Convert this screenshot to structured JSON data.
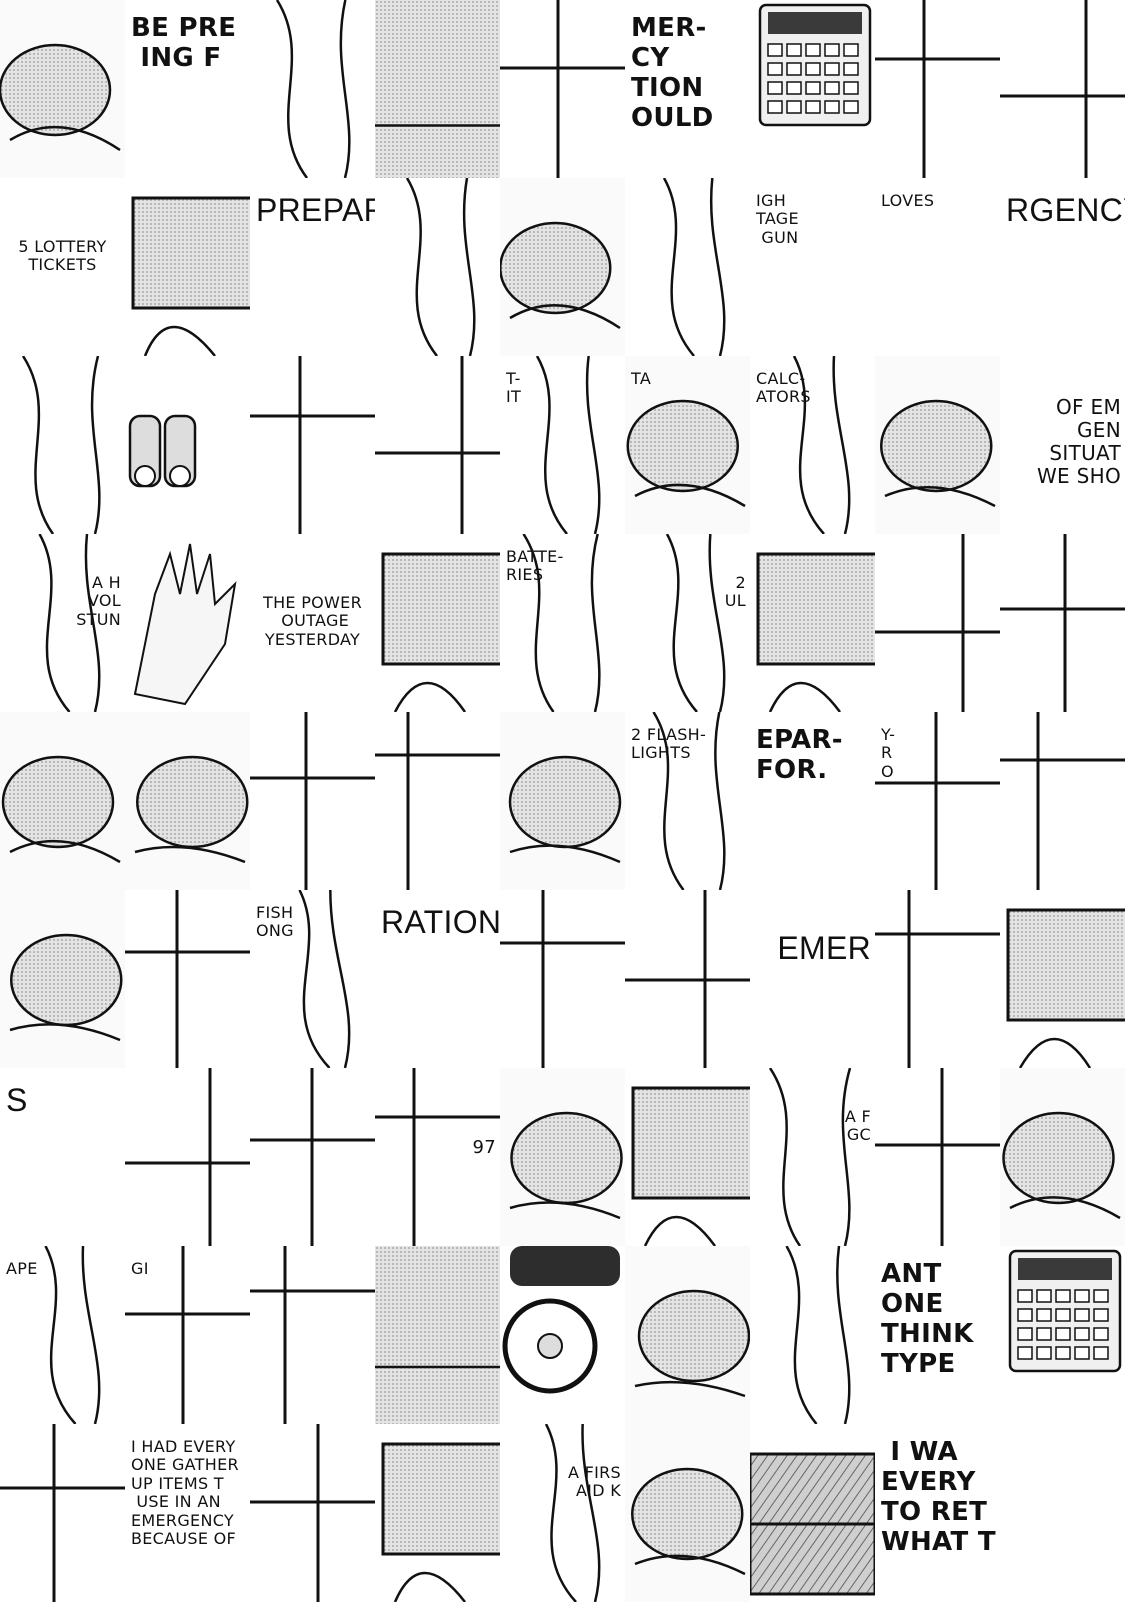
{
  "tiles": [
    {
      "r": 0,
      "c": 0,
      "art": "gray-object",
      "text": ""
    },
    {
      "r": 0,
      "c": 1,
      "art": "blank",
      "text": "BE PRE\n ING F",
      "size": "l",
      "pos": "tl"
    },
    {
      "r": 0,
      "c": 2,
      "art": "curve",
      "text": ""
    },
    {
      "r": 0,
      "c": 3,
      "art": "gray",
      "text": ""
    },
    {
      "r": 0,
      "c": 4,
      "art": "frame",
      "text": ""
    },
    {
      "r": 0,
      "c": 5,
      "art": "blank",
      "text": "MER-\nCY\nTION\nOULD",
      "size": "l",
      "pos": "tl"
    },
    {
      "r": 0,
      "c": 6,
      "art": "calculator",
      "text": ""
    },
    {
      "r": 0,
      "c": 7,
      "art": "frame",
      "text": ""
    },
    {
      "r": 0,
      "c": 8,
      "art": "frame",
      "text": ""
    },
    {
      "r": 1,
      "c": 0,
      "art": "blank",
      "text": "5 LOTTERY\nTICKETS",
      "size": "s",
      "pos": "c"
    },
    {
      "r": 1,
      "c": 1,
      "art": "gray-panel",
      "text": ""
    },
    {
      "r": 1,
      "c": 2,
      "art": "blank",
      "text": "PREPAR",
      "size": "h",
      "pos": "tl"
    },
    {
      "r": 1,
      "c": 3,
      "art": "curve",
      "text": ""
    },
    {
      "r": 1,
      "c": 4,
      "art": "gray-object",
      "text": ""
    },
    {
      "r": 1,
      "c": 5,
      "art": "curve",
      "text": ""
    },
    {
      "r": 1,
      "c": 6,
      "art": "blank",
      "text": "IGH\nTAGE\n GUN",
      "size": "s",
      "pos": "tl"
    },
    {
      "r": 1,
      "c": 7,
      "art": "blank",
      "text": "LOVES",
      "size": "s",
      "pos": "tl"
    },
    {
      "r": 1,
      "c": 8,
      "art": "blank",
      "text": "RGENCY",
      "size": "h",
      "pos": "tl"
    },
    {
      "r": 2,
      "c": 0,
      "art": "curve",
      "text": ""
    },
    {
      "r": 2,
      "c": 1,
      "art": "batteries",
      "text": ""
    },
    {
      "r": 2,
      "c": 2,
      "art": "frame",
      "text": ""
    },
    {
      "r": 2,
      "c": 3,
      "art": "frame",
      "text": ""
    },
    {
      "r": 2,
      "c": 4,
      "art": "curve",
      "text": "T-\nIT",
      "size": "s",
      "pos": "tl"
    },
    {
      "r": 2,
      "c": 5,
      "art": "gray-object",
      "text": "TA",
      "size": "s",
      "pos": "tl"
    },
    {
      "r": 2,
      "c": 6,
      "art": "curve",
      "text": "CALC-\nATORS",
      "size": "s",
      "pos": "tl"
    },
    {
      "r": 2,
      "c": 7,
      "art": "gray-object",
      "text": ""
    },
    {
      "r": 2,
      "c": 8,
      "art": "blank",
      "text": "OF EM\n  GEN\nSITUAT\nWE SHO",
      "size": "m",
      "pos": "tr"
    },
    {
      "r": 3,
      "c": 0,
      "art": "curve",
      "text": "A H\nVOL\nSTUN",
      "size": "s",
      "pos": "tr"
    },
    {
      "r": 3,
      "c": 1,
      "art": "glove",
      "text": ""
    },
    {
      "r": 3,
      "c": 2,
      "art": "blank",
      "text": "THE POWER\n OUTAGE\nYESTERDAY",
      "size": "s",
      "pos": "c"
    },
    {
      "r": 3,
      "c": 3,
      "art": "gray-panel",
      "text": ""
    },
    {
      "r": 3,
      "c": 4,
      "art": "curve",
      "text": "BATTE-\nRIES",
      "size": "s",
      "pos": "tl"
    },
    {
      "r": 3,
      "c": 5,
      "art": "curve",
      "text": "2\nUL",
      "size": "s",
      "pos": "tr"
    },
    {
      "r": 3,
      "c": 6,
      "art": "gray-panel",
      "text": ""
    },
    {
      "r": 3,
      "c": 7,
      "art": "frame",
      "text": ""
    },
    {
      "r": 3,
      "c": 8,
      "art": "frame",
      "text": ""
    },
    {
      "r": 4,
      "c": 0,
      "art": "gray-object",
      "text": ""
    },
    {
      "r": 4,
      "c": 1,
      "art": "gray-object",
      "text": ""
    },
    {
      "r": 4,
      "c": 2,
      "art": "frame",
      "text": ""
    },
    {
      "r": 4,
      "c": 3,
      "art": "frame",
      "text": ""
    },
    {
      "r": 4,
      "c": 4,
      "art": "gray-object",
      "text": ""
    },
    {
      "r": 4,
      "c": 5,
      "art": "curve",
      "text": "2 FLASH-\nLIGHTS",
      "size": "s",
      "pos": "tl"
    },
    {
      "r": 4,
      "c": 6,
      "art": "blank",
      "text": "EPAR-\nFOR.",
      "size": "l",
      "pos": "tl"
    },
    {
      "r": 4,
      "c": 7,
      "art": "frame",
      "text": "Y-\nR\nO",
      "size": "s",
      "pos": "tl"
    },
    {
      "r": 4,
      "c": 8,
      "art": "frame",
      "text": ""
    },
    {
      "r": 5,
      "c": 0,
      "art": "gray-object",
      "text": ""
    },
    {
      "r": 5,
      "c": 1,
      "art": "frame",
      "text": ""
    },
    {
      "r": 5,
      "c": 2,
      "art": "curve",
      "text": "FISH\nONG",
      "size": "s",
      "pos": "tl"
    },
    {
      "r": 5,
      "c": 3,
      "art": "blank",
      "text": "RATIONS",
      "size": "h",
      "pos": "tl"
    },
    {
      "r": 5,
      "c": 4,
      "art": "frame",
      "text": ""
    },
    {
      "r": 5,
      "c": 5,
      "art": "frame",
      "text": ""
    },
    {
      "r": 5,
      "c": 6,
      "art": "blank",
      "text": "EMER",
      "size": "h",
      "pos": "tr"
    },
    {
      "r": 5,
      "c": 7,
      "art": "frame",
      "text": ""
    },
    {
      "r": 5,
      "c": 8,
      "art": "gray-panel",
      "text": ""
    },
    {
      "r": 6,
      "c": 0,
      "art": "blank",
      "text": "S",
      "size": "h",
      "pos": "tl"
    },
    {
      "r": 6,
      "c": 1,
      "art": "frame",
      "text": ""
    },
    {
      "r": 6,
      "c": 2,
      "art": "frame",
      "text": ""
    },
    {
      "r": 6,
      "c": 3,
      "art": "frame",
      "text": "97",
      "size": "pg",
      "pos": "br"
    },
    {
      "r": 6,
      "c": 4,
      "art": "gray-object",
      "text": ""
    },
    {
      "r": 6,
      "c": 5,
      "art": "gray-panel",
      "text": ""
    },
    {
      "r": 6,
      "c": 6,
      "art": "curve",
      "text": "A F\nGC",
      "size": "s",
      "pos": "tr"
    },
    {
      "r": 6,
      "c": 7,
      "art": "frame",
      "text": ""
    },
    {
      "r": 6,
      "c": 8,
      "art": "gray-object",
      "text": ""
    },
    {
      "r": 7,
      "c": 0,
      "art": "curve",
      "text": "APE",
      "size": "s",
      "pos": "tl"
    },
    {
      "r": 7,
      "c": 1,
      "art": "frame",
      "text": "GI",
      "size": "s",
      "pos": "tl"
    },
    {
      "r": 7,
      "c": 2,
      "art": "frame",
      "text": ""
    },
    {
      "r": 7,
      "c": 3,
      "art": "gray",
      "text": ""
    },
    {
      "r": 7,
      "c": 4,
      "art": "flashlight",
      "text": ""
    },
    {
      "r": 7,
      "c": 5,
      "art": "gray-object",
      "text": ""
    },
    {
      "r": 7,
      "c": 6,
      "art": "curve",
      "text": ""
    },
    {
      "r": 7,
      "c": 7,
      "art": "blank",
      "text": "ANT\nONE\nTHINK\nTYPE",
      "size": "l",
      "pos": "tl"
    },
    {
      "r": 7,
      "c": 8,
      "art": "calculator",
      "text": ""
    },
    {
      "r": 8,
      "c": 0,
      "art": "frame",
      "text": ""
    },
    {
      "r": 8,
      "c": 1,
      "art": "blank",
      "text": "I HAD EVERY\nONE GATHER\nUP ITEMS T\n USE IN AN\nEMERGENCY\nBECAUSE OF",
      "size": "s",
      "pos": "tl"
    },
    {
      "r": 8,
      "c": 2,
      "art": "frame",
      "text": ""
    },
    {
      "r": 8,
      "c": 3,
      "art": "gray-panel",
      "text": ""
    },
    {
      "r": 8,
      "c": 4,
      "art": "curve",
      "text": "A FIRS\nAID K",
      "size": "s",
      "pos": "tr"
    },
    {
      "r": 8,
      "c": 5,
      "art": "gray-object",
      "text": ""
    },
    {
      "r": 8,
      "c": 6,
      "art": "hatched",
      "text": ""
    },
    {
      "r": 8,
      "c": 7,
      "art": "blank",
      "text": " I WA\nEVERY\nTO RET\nWHAT T",
      "size": "l",
      "pos": "tl"
    },
    {
      "r": 8,
      "c": 8,
      "art": "blank",
      "text": "",
      "size": "s",
      "pos": "tl"
    }
  ]
}
